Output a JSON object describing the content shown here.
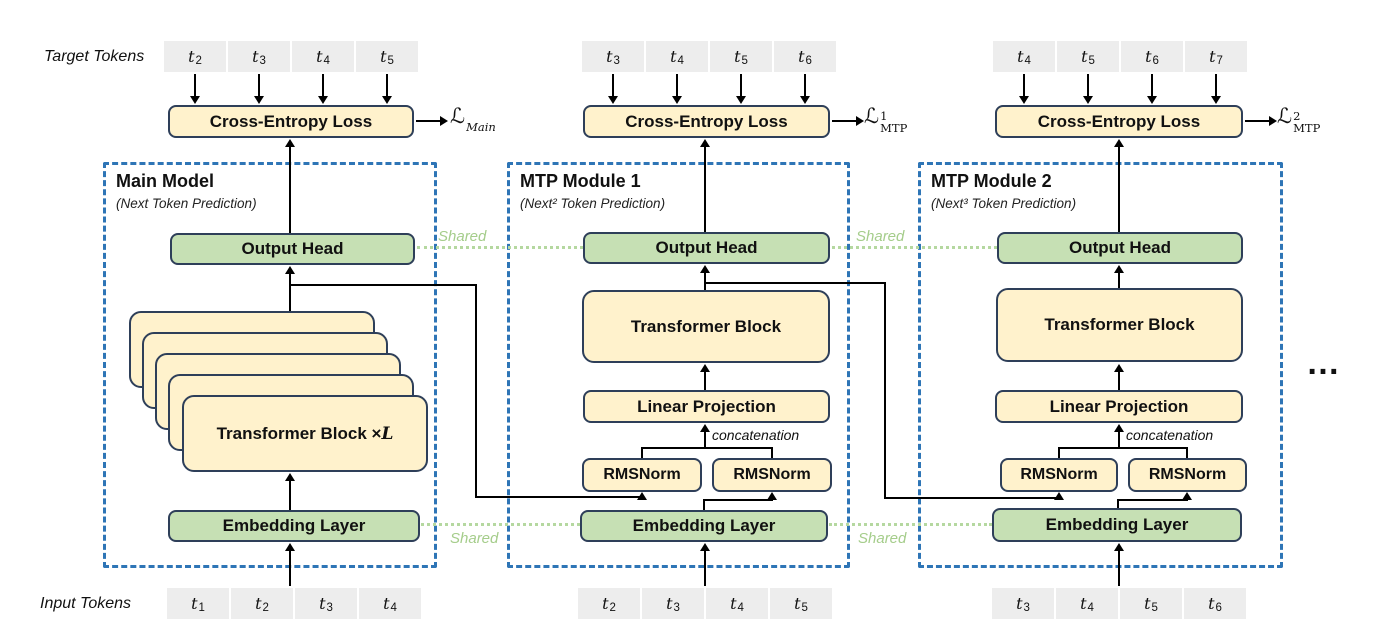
{
  "palette": {
    "box_cream": "#FFF2CC",
    "box_green": "#C6E0B4",
    "box_border": "#2E3F59",
    "module_border_blue": "#2E75B6",
    "shared_green": "#A9D18E",
    "token_gray": "#EDEDED",
    "line_black": "#000000"
  },
  "labels": {
    "target_tokens": "Target Tokens",
    "input_tokens": "Input Tokens",
    "shared_top_left": "Shared",
    "shared_top_right": "Shared",
    "shared_bottom_left": "Shared",
    "shared_bottom_right": "Shared",
    "ellipsis": "…"
  },
  "modules": [
    {
      "title": "Main Model",
      "subtitle": "(Next Token Prediction)",
      "ce_label": "Cross-Entropy Loss",
      "loss": {
        "symbol": "ℒ",
        "sup": "",
        "sub": "Main"
      },
      "output_head": "Output Head",
      "transformer_prefix": "Transformer Block × ",
      "transformer_var": "L",
      "embedding": "Embedding Layer",
      "target_tokens": [
        {
          "base": "t",
          "sub": "2"
        },
        {
          "base": "t",
          "sub": "3"
        },
        {
          "base": "t",
          "sub": "4"
        },
        {
          "base": "t",
          "sub": "5"
        }
      ],
      "input_tokens": [
        {
          "base": "t",
          "sub": "1"
        },
        {
          "base": "t",
          "sub": "2"
        },
        {
          "base": "t",
          "sub": "3"
        },
        {
          "base": "t",
          "sub": "4"
        }
      ]
    },
    {
      "title": "MTP Module 1",
      "subtitle": "(Next² Token Prediction)",
      "ce_label": "Cross-Entropy Loss",
      "loss": {
        "symbol": "ℒ",
        "sup": "1",
        "sub": "MTP"
      },
      "output_head": "Output Head",
      "transformer": "Transformer Block",
      "linear_projection": "Linear Projection",
      "concatenation": "concatenation",
      "rmsnorm_left": "RMSNorm",
      "rmsnorm_right": "RMSNorm",
      "embedding": "Embedding Layer",
      "target_tokens": [
        {
          "base": "t",
          "sub": "3"
        },
        {
          "base": "t",
          "sub": "4"
        },
        {
          "base": "t",
          "sub": "5"
        },
        {
          "base": "t",
          "sub": "6"
        }
      ],
      "input_tokens": [
        {
          "base": "t",
          "sub": "2"
        },
        {
          "base": "t",
          "sub": "3"
        },
        {
          "base": "t",
          "sub": "4"
        },
        {
          "base": "t",
          "sub": "5"
        }
      ]
    },
    {
      "title": "MTP Module 2",
      "subtitle": "(Next³ Token Prediction)",
      "ce_label": "Cross-Entropy Loss",
      "loss": {
        "symbol": "ℒ",
        "sup": "2",
        "sub": "MTP"
      },
      "output_head": "Output Head",
      "transformer": "Transformer Block",
      "linear_projection": "Linear Projection",
      "concatenation": "concatenation",
      "rmsnorm_left": "RMSNorm",
      "rmsnorm_right": "RMSNorm",
      "embedding": "Embedding Layer",
      "target_tokens": [
        {
          "base": "t",
          "sub": "4"
        },
        {
          "base": "t",
          "sub": "5"
        },
        {
          "base": "t",
          "sub": "6"
        },
        {
          "base": "t",
          "sub": "7"
        }
      ],
      "input_tokens": [
        {
          "base": "t",
          "sub": "3"
        },
        {
          "base": "t",
          "sub": "4"
        },
        {
          "base": "t",
          "sub": "5"
        },
        {
          "base": "t",
          "sub": "6"
        }
      ]
    }
  ]
}
